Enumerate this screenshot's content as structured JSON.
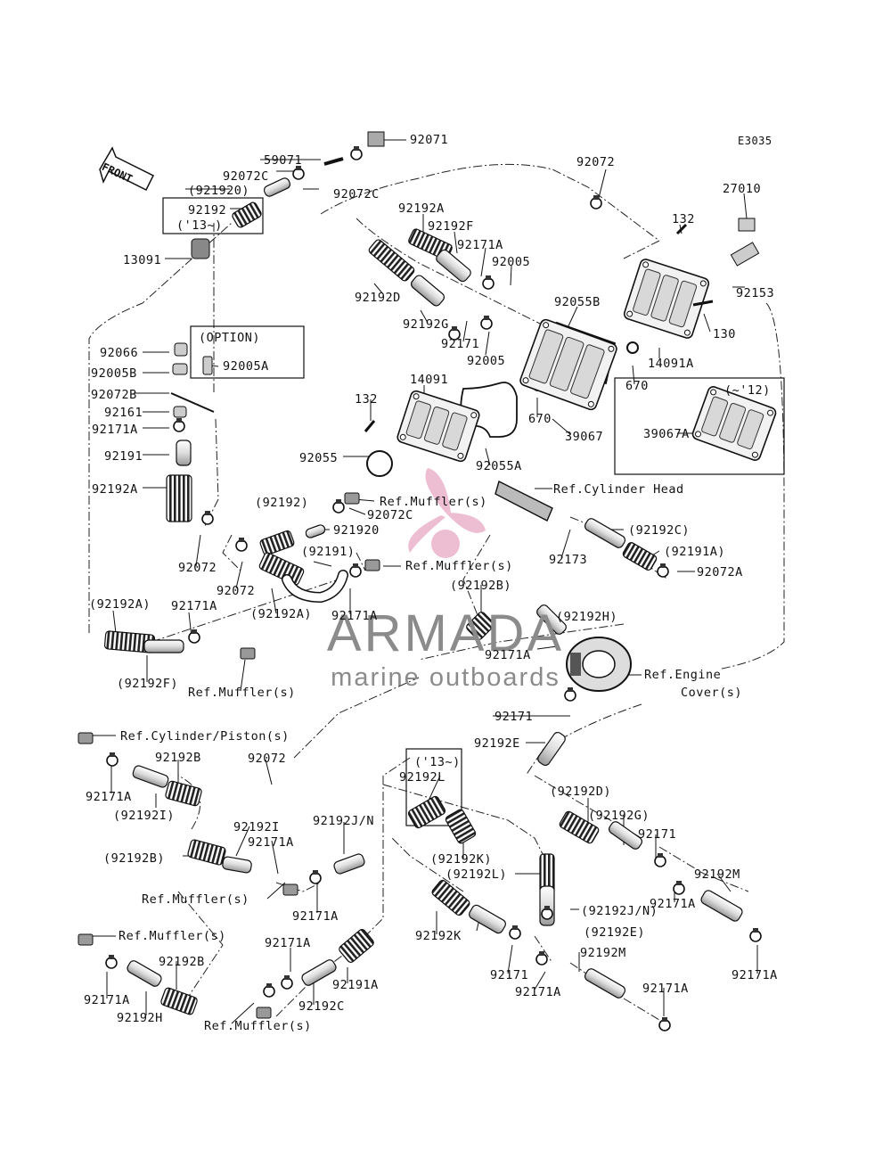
{
  "diagram_code": "E3035",
  "direction": {
    "front_label": "FRONT"
  },
  "watermark": {
    "brand": "ARMADA",
    "tagline": "marine outboards"
  },
  "colors": {
    "ink": "#111111",
    "watermark_gray": "#8b8b8b",
    "watermark_pink": "#e8a7c4"
  },
  "labels": {
    "l01": "92071",
    "l02": "59071",
    "l03": "92072C",
    "l04": "92072C",
    "l05": "(921920)",
    "l06": "92192",
    "l07": "('13~)",
    "l08": "13091",
    "l09": "92072",
    "l10": "27010",
    "l11": "132",
    "l12": "92192A",
    "l13": "92192F",
    "l14": "92171A",
    "l15": "92005",
    "l16": "92153",
    "l17": "92192D",
    "l18": "92192G",
    "l19": "92055B",
    "l20": "130",
    "l21": "92171",
    "l22": "92005",
    "l23": "14091A",
    "l24": "(OPTION)",
    "l25": "92066",
    "l26": "92005B",
    "l27": "92005A",
    "l28": "670",
    "l29": "(~'12)",
    "l30": "92072B",
    "l31": "132",
    "l32": "14091",
    "l33": "92161",
    "l34": "92171A",
    "l35": "670",
    "l36": "39067",
    "l37": "39067A",
    "l38": "92191",
    "l39": "92055",
    "l40": "92055A",
    "l41": "92192A",
    "l42": "Ref.Cylinder Head",
    "l43": "Ref.Muffler(s)",
    "l44": "(92192)",
    "l45": "92072C",
    "l46": "921920",
    "l47": "(92192C)",
    "l48": "92173",
    "l49": "(92191A)",
    "l50": "(92191)",
    "l51": "92072",
    "l52": "92072",
    "l53": "Ref.Muffler(s)",
    "l54": "92072A",
    "l55": "(92192B)",
    "l56": "(92192A)",
    "l57": "92171A",
    "l58": "(92192A)",
    "l59": "92171A",
    "l60": "(92192H)",
    "l61": "92171A",
    "l62": "(92192F)",
    "l63": "Ref.Muffler(s)",
    "l64": "Ref.Engine",
    "l65": "Cover(s)",
    "l66": "92171",
    "l67": "92192E",
    "l68": "Ref.Cylinder/Piston(s)",
    "l69": "92192B",
    "l70": "92072",
    "l71": "('13~)",
    "l72": "92192L",
    "l73": "92171A",
    "l74": "(92192I)",
    "l75": "92192I",
    "l76": "92192J/N",
    "l77": "(92192D)",
    "l78": "(92192G)",
    "l79": "92171A",
    "l80": "(92192K)",
    "l81": "92171",
    "l82": "(92192B)",
    "l83": "(92192L)",
    "l84": "92192M",
    "l85": "Ref.Muffler(s)",
    "l86": "92171A",
    "l87": "(92192J/N)",
    "l88": "92171A",
    "l89": "Ref.Muffler(s)",
    "l90": "92192K",
    "l91": "(92192E)",
    "l92": "92171A",
    "l93": "92171A",
    "l94": "92192B",
    "l95": "92191A",
    "l96": "92171",
    "l97": "92192M",
    "l98": "92171A",
    "l99": "92192C",
    "l100": "92171A",
    "l101": "92171A",
    "l102": "92192H",
    "l103": "Ref.Muffler(s)",
    "l104": "92171A"
  }
}
